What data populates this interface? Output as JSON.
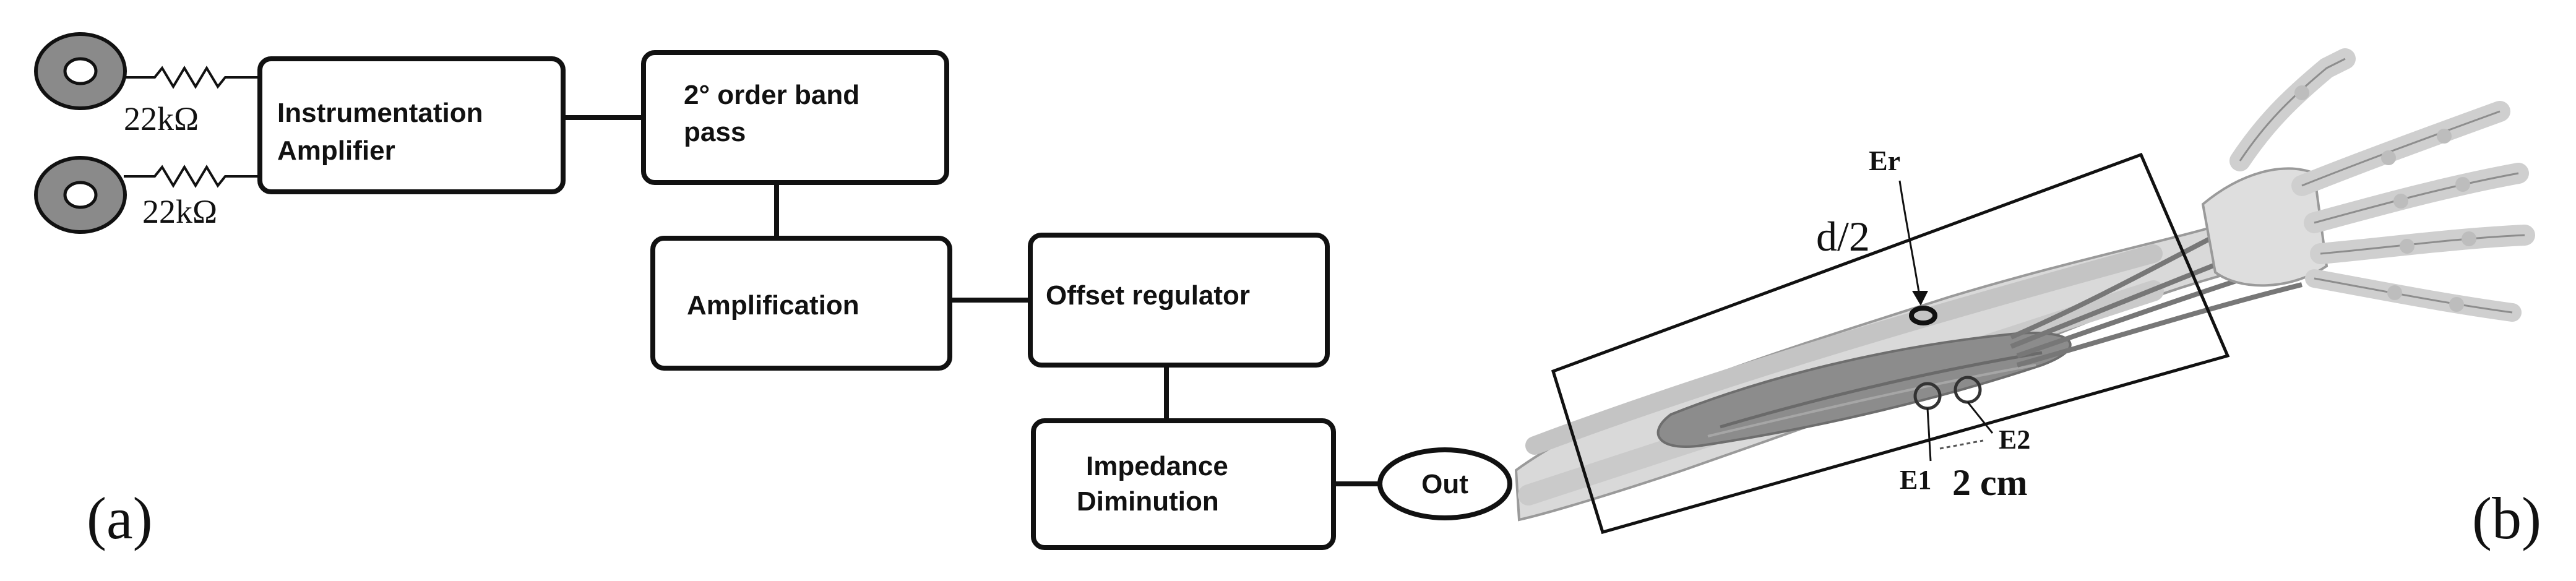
{
  "panel_a": {
    "label": "(a)",
    "resistor_top": "22kΩ",
    "resistor_bottom": "22kΩ",
    "blocks": {
      "instrumentation_line1": "Instrumentation",
      "instrumentation_line2": "Amplifier",
      "bandpass_line1": "2° order band",
      "bandpass_line2": "pass",
      "amplification": "Amplification",
      "offset": "Offset regulator",
      "impedance_line1": "Impedance",
      "impedance_line2": "Diminution",
      "out": "Out"
    }
  },
  "panel_b": {
    "label": "(b)",
    "er": "Er",
    "d_half": "d/2",
    "e1": "E1",
    "e2": "E2",
    "distance": "2 cm"
  },
  "colors": {
    "line": "#111111",
    "electrode_fill": "#8a8a8a",
    "bone": "#d6d6d6",
    "muscle": "#8c8c8c"
  }
}
